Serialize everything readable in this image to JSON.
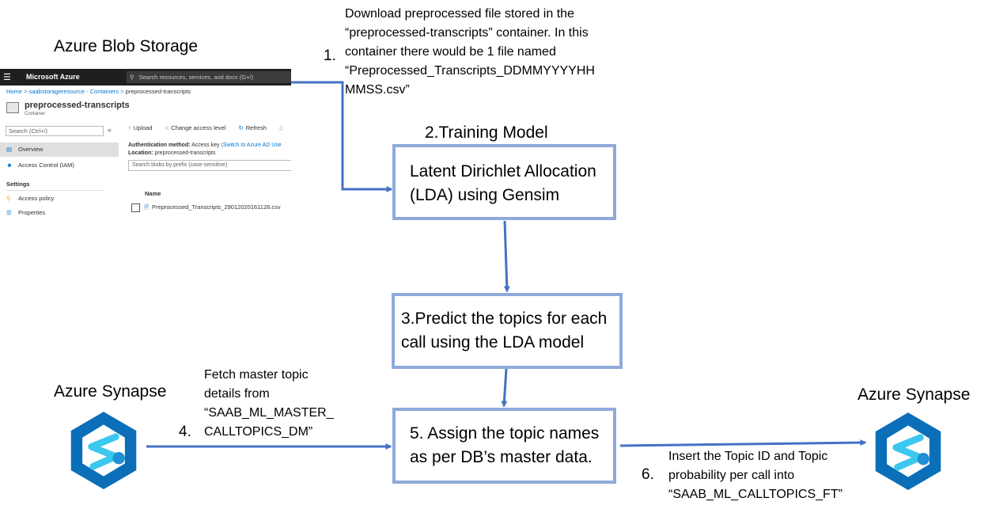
{
  "blob_storage": {
    "heading": "Azure Blob Storage",
    "portal": {
      "menu_icon": "hamburger-icon",
      "brand": "Microsoft Azure",
      "search_placeholder": "Search resources, services, and docs (G+/)",
      "breadcrumb": [
        "Home",
        ">",
        "saabstorageresource - Containers",
        ">",
        "preprocessed-transcripts"
      ],
      "container_title": "preprocessed-transcripts",
      "container_subtitle": "Container",
      "nav_search_placeholder": "Search (Ctrl+/)",
      "collapse_glyph": "«",
      "nav_items": [
        {
          "label": "Overview",
          "icon": "overview-icon"
        },
        {
          "label": "Access Control (IAM)",
          "icon": "people-icon"
        }
      ],
      "settings_label": "Settings",
      "settings_items": [
        {
          "label": "Access policy",
          "icon": "key-icon"
        },
        {
          "label": "Properties",
          "icon": "properties-icon"
        }
      ],
      "toolbar": {
        "upload": "Upload",
        "change_access": "Change access level",
        "refresh": "Refresh"
      },
      "auth_label": "Authentication method:",
      "auth_value": "Access key",
      "auth_link": "(Switch to Azure AD Use",
      "location_label": "Location:",
      "location_value": "preprocessed-transcripts",
      "prefix_placeholder": "Search blobs by prefix (case-sensitive)",
      "column_name": "Name",
      "file_name": "Preprocessed_Transcripts_29012020161128.csv"
    }
  },
  "steps": {
    "step1_number": "1.",
    "step1_text": [
      "Download preprocessed file stored in the",
      "“preprocessed-transcripts” container. In this",
      "container there would be 1 file named",
      "“Preprocessed_Transcripts_DDMMYYYYHH",
      "MMSS.csv”"
    ],
    "step2_title": "2.Training Model",
    "step2_box": [
      "Latent Dirichlet Allocation",
      "(LDA) using Gensim"
    ],
    "step3_box": [
      "3.Predict the topics for each",
      "call using the LDA model"
    ],
    "step4_number": "4.",
    "step4_text": [
      "Fetch master topic",
      "details from",
      "“SAAB_ML_MASTER_",
      "CALLTOPICS_DM”"
    ],
    "step5_box": [
      "5. Assign the topic names",
      "as per DB’s master data."
    ],
    "step6_number": "6.",
    "step6_text": [
      "Insert the Topic ID and Topic",
      "probability per call into",
      "“SAAB_ML_CALLTOPICS_FT”"
    ]
  },
  "synapse_left": {
    "heading": "Azure Synapse",
    "icon": "azure-synapse-icon"
  },
  "synapse_right": {
    "heading": "Azure Synapse",
    "icon": "azure-synapse-icon"
  },
  "colors": {
    "box_border": "#8eaadb",
    "arrow": "#4472c4",
    "synapse_dark": "#0a6fb8",
    "synapse_light": "#3cc8ee"
  }
}
